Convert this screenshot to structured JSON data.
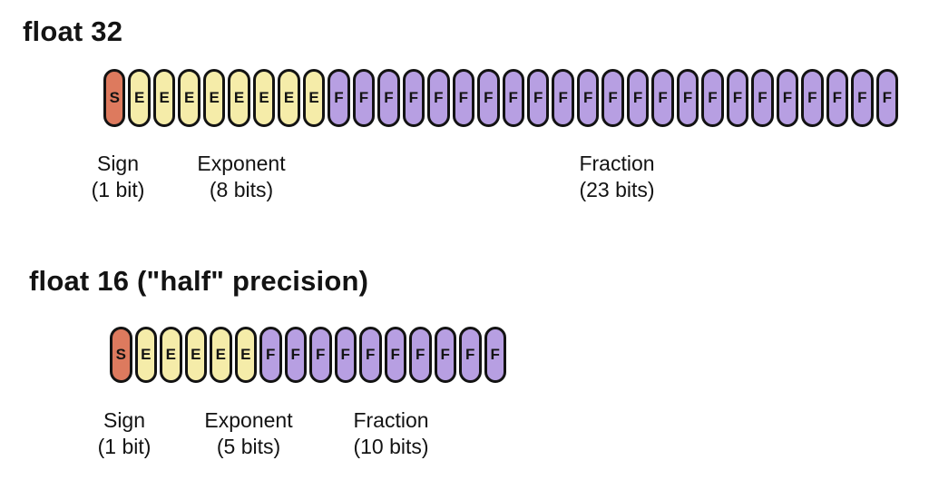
{
  "colors": {
    "sign": "#DD7A5E",
    "exponent": "#F5ECA9",
    "fraction": "#B79FE2",
    "outline": "#131313",
    "background": "#FFFFFF"
  },
  "sections": [
    {
      "id": "float32",
      "title": "float 32",
      "bit_groups": [
        {
          "letter": "S",
          "type": "sign",
          "count": 1
        },
        {
          "letter": "E",
          "type": "exponent",
          "count": 8
        },
        {
          "letter": "F",
          "type": "fraction",
          "count": 23
        }
      ],
      "labels": [
        {
          "name": "Sign",
          "detail": "(1 bit)"
        },
        {
          "name": "Exponent",
          "detail": "(8 bits)"
        },
        {
          "name": "Fraction",
          "detail": "(23 bits)"
        }
      ]
    },
    {
      "id": "float16",
      "title": "float 16 (\"half\" precision)",
      "bit_groups": [
        {
          "letter": "S",
          "type": "sign",
          "count": 1
        },
        {
          "letter": "E",
          "type": "exponent",
          "count": 5
        },
        {
          "letter": "F",
          "type": "fraction",
          "count": 10
        }
      ],
      "labels": [
        {
          "name": "Sign",
          "detail": "(1 bit)"
        },
        {
          "name": "Exponent",
          "detail": "(5 bits)"
        },
        {
          "name": "Fraction",
          "detail": "(10 bits)"
        }
      ]
    }
  ]
}
